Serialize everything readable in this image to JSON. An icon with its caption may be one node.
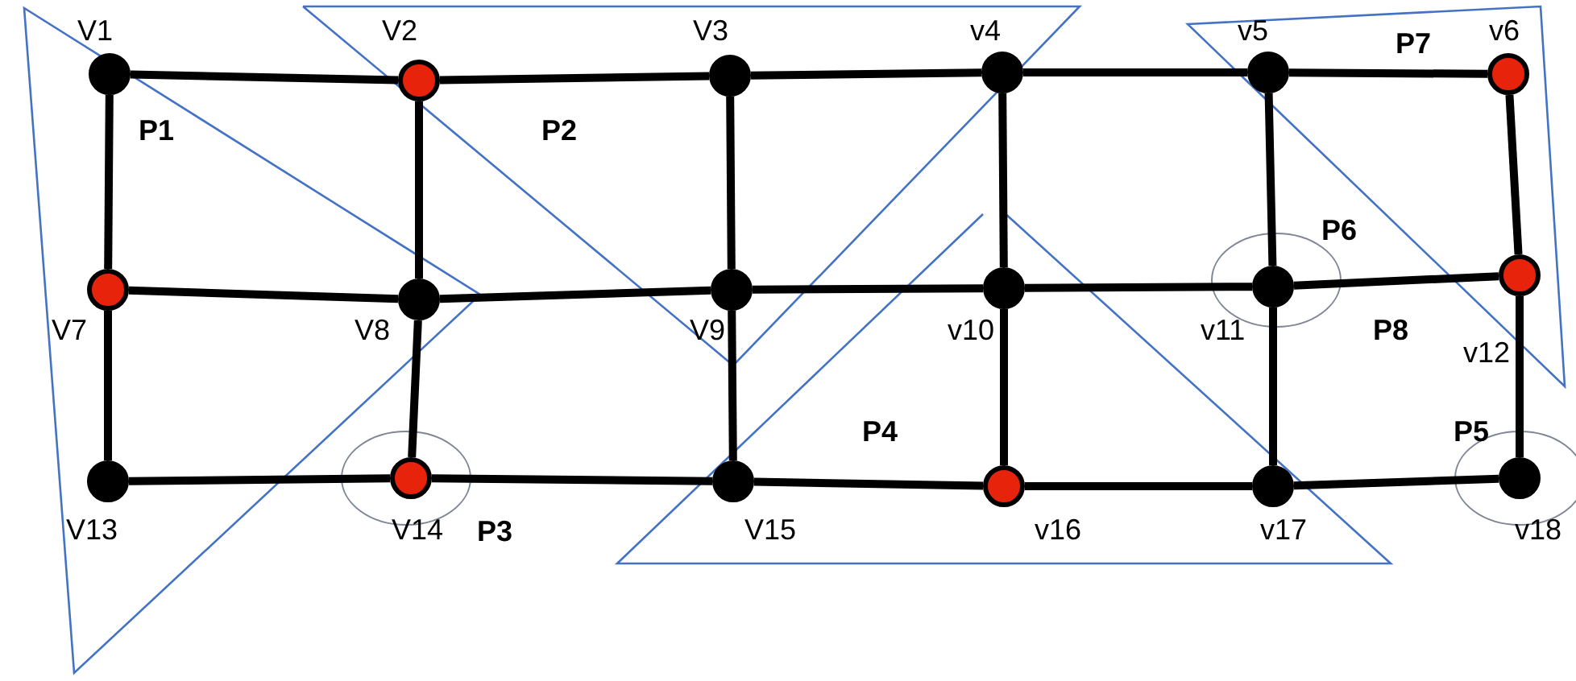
{
  "diagram": {
    "nodes": [
      {
        "text": [],
        "shape": "circle",
        "beside": [
          "V1"
        ]
      },
      {
        "text": [],
        "shape": "circle",
        "beside": [
          "V2"
        ]
      },
      {
        "text": [],
        "shape": "circle",
        "beside": [
          "V3"
        ]
      },
      {
        "text": [],
        "shape": "circle",
        "beside": [
          "v4"
        ]
      },
      {
        "text": [],
        "shape": "circle",
        "beside": [
          "v5"
        ]
      },
      {
        "text": [],
        "shape": "circle",
        "beside": [
          "v6"
        ]
      },
      {
        "text": [],
        "shape": "circle",
        "beside": [
          "V7"
        ]
      },
      {
        "text": [],
        "shape": "circle",
        "beside": [
          "V8"
        ]
      },
      {
        "text": [],
        "shape": "circle",
        "beside": [
          "V9"
        ]
      },
      {
        "text": [],
        "shape": "circle",
        "beside": [
          "v10"
        ]
      },
      {
        "text": [],
        "shape": "circle",
        "beside": [
          "v11"
        ]
      },
      {
        "text": [],
        "shape": "circle",
        "beside": [
          "v12"
        ]
      },
      {
        "text": [],
        "shape": "circle",
        "beside": [
          "V13"
        ]
      },
      {
        "text": [],
        "shape": "circle",
        "beside": [
          "V14"
        ]
      },
      {
        "text": [],
        "shape": "circle",
        "beside": [
          "V15"
        ]
      },
      {
        "text": [],
        "shape": "circle",
        "beside": [
          "v16"
        ]
      },
      {
        "text": [],
        "shape": "circle",
        "beside": [
          "v17"
        ]
      },
      {
        "text": [],
        "shape": "circle",
        "beside": [
          "v18"
        ]
      }
    ],
    "edges": [
      {
        "from": 0,
        "to": 1,
        "arrow": "none"
      },
      {
        "from": 1,
        "to": 2,
        "arrow": "none"
      },
      {
        "from": 2,
        "to": 3,
        "arrow": "none"
      },
      {
        "from": 3,
        "to": 4,
        "arrow": "none"
      },
      {
        "from": 4,
        "to": 5,
        "arrow": "none"
      },
      {
        "from": 6,
        "to": 7,
        "arrow": "none"
      },
      {
        "from": 7,
        "to": 8,
        "arrow": "none"
      },
      {
        "from": 8,
        "to": 9,
        "arrow": "none"
      },
      {
        "from": 9,
        "to": 10,
        "arrow": "none"
      },
      {
        "from": 10,
        "to": 11,
        "arrow": "none"
      },
      {
        "from": 12,
        "to": 13,
        "arrow": "none"
      },
      {
        "from": 13,
        "to": 14,
        "arrow": "none"
      },
      {
        "from": 14,
        "to": 15,
        "arrow": "none"
      },
      {
        "from": 15,
        "to": 16,
        "arrow": "none"
      },
      {
        "from": 16,
        "to": 17,
        "arrow": "none"
      },
      {
        "from": 0,
        "to": 6,
        "arrow": "none"
      },
      {
        "from": 6,
        "to": 12,
        "arrow": "none"
      },
      {
        "from": 1,
        "to": 7,
        "arrow": "none"
      },
      {
        "from": 7,
        "to": 13,
        "arrow": "none"
      },
      {
        "from": 2,
        "to": 8,
        "arrow": "none"
      },
      {
        "from": 8,
        "to": 14,
        "arrow": "none"
      },
      {
        "from": 3,
        "to": 9,
        "arrow": "none"
      },
      {
        "from": 9,
        "to": 15,
        "arrow": "none"
      },
      {
        "from": 4,
        "to": 10,
        "arrow": "none"
      },
      {
        "from": 10,
        "to": 16,
        "arrow": "none"
      },
      {
        "from": 5,
        "to": 11,
        "arrow": "none"
      },
      {
        "from": 11,
        "to": 17,
        "arrow": "none"
      }
    ],
    "labels": [
      "P7",
      "P1",
      "P2",
      "P6",
      "P8",
      "P4",
      "P5",
      "P3"
    ]
  }
}
